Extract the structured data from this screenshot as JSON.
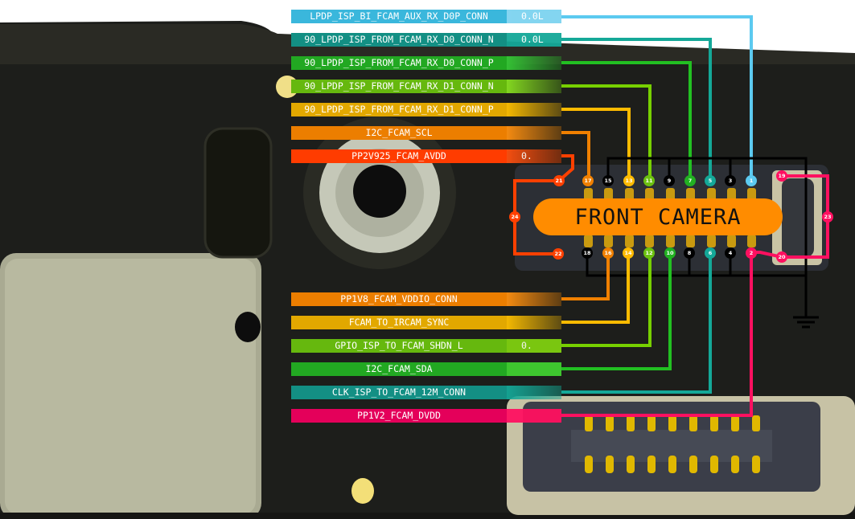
{
  "diagram": {
    "title": "FRONT CAMERA",
    "title_color": "#ff8c00"
  },
  "labels_top": [
    {
      "name": "LPDP_ISP_BI_FCAM_AUX_RX_D0P_CONN",
      "value": "0.0L",
      "color": "#3ab7dc",
      "pin": "1"
    },
    {
      "name": "90_LPDP_ISP_FROM_FCAM_RX_D0_CONN_N",
      "value": "0.0L",
      "color": "#14958a",
      "pin": "5"
    },
    {
      "name": "90_LPDP_ISP_FROM_FCAM_RX_D0_CONN_P",
      "value": "",
      "color": "#22b022",
      "pin": "7"
    },
    {
      "name": "90_LPDP_ISP_FROM_FCAM_RX_D1_CONN_N",
      "value": "",
      "color": "#6cc010",
      "pin": "11"
    },
    {
      "name": "90_LPDP_ISP_FROM_FCAM_RX_D1_CONN_P",
      "value": "",
      "color": "#e6ac00",
      "pin": "13"
    },
    {
      "name": "I2C_FCAM_SCL",
      "value": "",
      "color": "#f08000",
      "pin": "17"
    },
    {
      "name": "PP2V925_FCAM_AVDD",
      "value": "0.",
      "color": "#ff4000",
      "pin": "21"
    }
  ],
  "labels_bottom": [
    {
      "name": "PP1V8_FCAM_VDDIO_CONN",
      "value": "",
      "color": "#f08000",
      "pin": "16"
    },
    {
      "name": "FCAM_TO_IRCAM_SYNC",
      "value": "",
      "color": "#e6ac00",
      "pin": "14"
    },
    {
      "name": "GPIO_ISP_TO_FCAM_SHDN_L",
      "value": "0.",
      "color": "#6cc010",
      "pin": "12"
    },
    {
      "name": "I2C_FCAM_SDA",
      "value": "",
      "color": "#22b022",
      "pin": "10"
    },
    {
      "name": "CLK_ISP_TO_FCAM_12M_CONN",
      "value": "",
      "color": "#14958a",
      "pin": "6"
    },
    {
      "name": "PP1V2_FCAM_DVDD",
      "value": "",
      "color": "#e8005a",
      "pin": "2"
    }
  ],
  "pins_top_row": [
    {
      "num": "21",
      "color": "#ff4000"
    },
    {
      "num": "17",
      "color": "#f08000"
    },
    {
      "num": "15",
      "color": "#000000"
    },
    {
      "num": "13",
      "color": "#ffbb00"
    },
    {
      "num": "11",
      "color": "#6cc010"
    },
    {
      "num": "9",
      "color": "#000000"
    },
    {
      "num": "7",
      "color": "#22b022"
    },
    {
      "num": "5",
      "color": "#14a898"
    },
    {
      "num": "3",
      "color": "#000000"
    },
    {
      "num": "1",
      "color": "#5ccaf0"
    },
    {
      "num": "19",
      "color": "#ff1060"
    }
  ],
  "pins_bottom_row": [
    {
      "num": "22",
      "color": "#ff4000"
    },
    {
      "num": "18",
      "color": "#000000"
    },
    {
      "num": "16",
      "color": "#f08000"
    },
    {
      "num": "14",
      "color": "#ffbb00"
    },
    {
      "num": "12",
      "color": "#6cc010"
    },
    {
      "num": "10",
      "color": "#22b022"
    },
    {
      "num": "8",
      "color": "#000000"
    },
    {
      "num": "6",
      "color": "#14a898"
    },
    {
      "num": "4",
      "color": "#000000"
    },
    {
      "num": "2",
      "color": "#ff1060"
    },
    {
      "num": "20",
      "color": "#ff1060"
    }
  ],
  "pins_side": [
    {
      "num": "24",
      "color": "#ff4000"
    },
    {
      "num": "23",
      "color": "#ff1060"
    }
  ],
  "ground_symbol": "ground-icon"
}
